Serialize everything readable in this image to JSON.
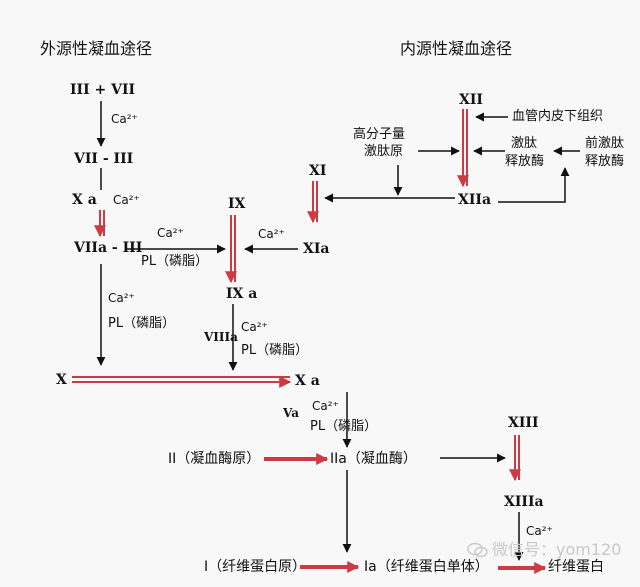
{
  "titles": {
    "extrinsic": "外源性凝血途径",
    "intrinsic": "内源性凝血途径"
  },
  "labels": {
    "iii_vii": "III + VII",
    "ca2": "Ca²⁺",
    "vii_iii": "VII - III",
    "xa_left": "X a",
    "viia_iii": "VIIa - III",
    "pl_phospholipid": "PL（磷脂）",
    "x": "X",
    "xa": "X a",
    "ix": "IX",
    "ixa": "IX a",
    "viiia": "VIIIa",
    "xi": "XI",
    "xia": "XIa",
    "xii": "XII",
    "xiia": "XIIa",
    "endothelium": "血管内皮下组织",
    "hmwk_1": "高分子量",
    "hmwk_2": "激肽原",
    "kinin_1": "激肽",
    "kinin_2": "释放酶",
    "prekinin_1": "前激肽",
    "prekinin_2": "释放酶",
    "va": "Va",
    "prothrombin": "II（凝血酶原）",
    "thrombin": "IIa（凝血酶）",
    "xiii": "XIII",
    "xiiia": "XIIIa",
    "fibrinogen": "I（纤维蛋白原）",
    "fibrin_monomer": "Ia（纤维蛋白单体）",
    "fibrin": "纤维蛋白"
  },
  "watermark": {
    "text": "微信号：yom120"
  },
  "colors": {
    "red_arrow": "#cc3b44",
    "black_arrow": "#111111",
    "background": "#f8f8f8"
  }
}
